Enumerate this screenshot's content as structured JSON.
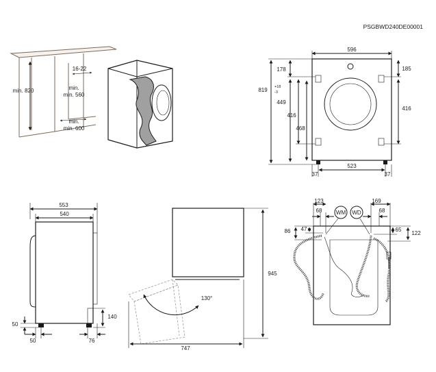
{
  "document_code": "PSGBWD240DE00001",
  "niche_view": {
    "height_label": "min. 820",
    "gap_label": "16-22",
    "depth_label": "min. 560",
    "width_label": "min. 600"
  },
  "front_view": {
    "width": "596",
    "top_left": "178",
    "top_right": "185",
    "height_main": "819",
    "height_tol_upper": "+18",
    "height_tol_lower": "-3",
    "h449": "449",
    "h416_left": "416",
    "h416_right": "416",
    "h468": "468",
    "foot_left": "37",
    "foot_span": "523",
    "foot_right": "37"
  },
  "side_view": {
    "depth_total": "553",
    "depth_body": "540",
    "foot_height": "50",
    "foot_offset": "50",
    "base_depth": "76",
    "kick_height": "140"
  },
  "door_view": {
    "height": "945",
    "depth_open": "747",
    "angle": "130°"
  },
  "rear_view": {
    "left_offset": "123",
    "left_spacing": "68",
    "right_offset": "169",
    "right_spacing": "68",
    "left_height_inner": "47",
    "left_height_outer": "86",
    "right_height_inner": "65",
    "right_height_outer": "122",
    "wm_label": "WM",
    "wd_label": "WD"
  }
}
